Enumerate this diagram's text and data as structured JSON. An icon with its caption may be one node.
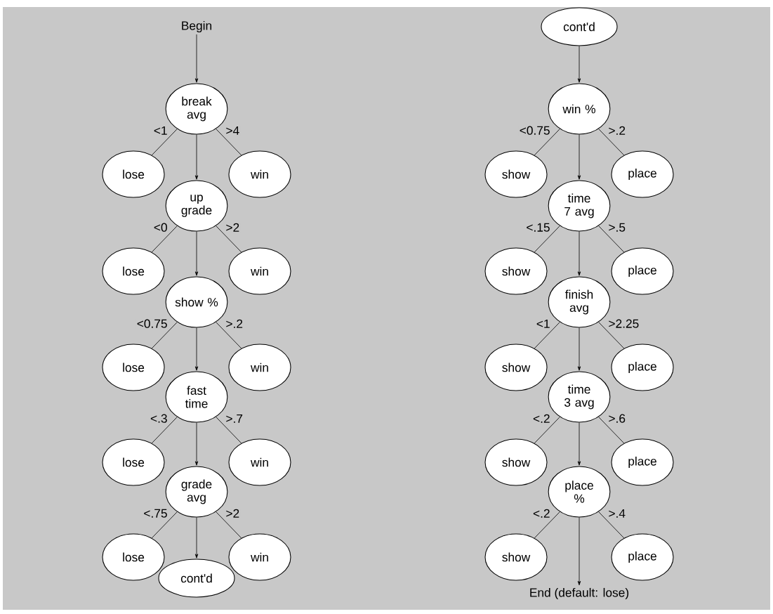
{
  "diagram": {
    "nodes": [
      {
        "text": [
          "Begin"
        ]
      },
      {
        "text": [
          "break avg"
        ]
      },
      {
        "text": [
          "lose"
        ]
      },
      {
        "text": [
          "win"
        ]
      },
      {
        "text": [
          "up grade"
        ]
      },
      {
        "text": [
          "lose"
        ]
      },
      {
        "text": [
          "win"
        ]
      },
      {
        "text": [
          "show %"
        ]
      },
      {
        "text": [
          "lose"
        ]
      },
      {
        "text": [
          "win"
        ]
      },
      {
        "text": [
          "fast time"
        ]
      },
      {
        "text": [
          "lose"
        ]
      },
      {
        "text": [
          "win"
        ]
      },
      {
        "text": [
          "grade avg"
        ]
      },
      {
        "text": [
          "lose"
        ]
      },
      {
        "text": [
          "win"
        ]
      },
      {
        "text": [
          "cont'd"
        ]
      },
      {
        "text": [
          "cont'd"
        ]
      },
      {
        "text": [
          "win %"
        ]
      },
      {
        "text": [
          "show"
        ]
      },
      {
        "text": [
          "place"
        ]
      },
      {
        "text": [
          "time 7 avg"
        ]
      },
      {
        "text": [
          "show"
        ]
      },
      {
        "text": [
          "place"
        ]
      },
      {
        "text": [
          "finish avg"
        ]
      },
      {
        "text": [
          "show"
        ]
      },
      {
        "text": [
          "place"
        ]
      },
      {
        "text": [
          "time 3 avg"
        ]
      },
      {
        "text": [
          "show"
        ]
      },
      {
        "text": [
          "place"
        ]
      },
      {
        "text": [
          "place %"
        ]
      },
      {
        "text": [
          "show"
        ]
      },
      {
        "text": [
          "place"
        ]
      },
      {
        "text": [
          "End (default: lose)"
        ]
      }
    ],
    "edges": [
      {
        "from": 0,
        "to": 1,
        "arrow": "to"
      },
      {
        "from": 1,
        "to": 2,
        "arrow": "none",
        "label": "<1"
      },
      {
        "from": 1,
        "to": 3,
        "arrow": "none",
        "label": ">4"
      },
      {
        "from": 1,
        "to": 4,
        "arrow": "to"
      },
      {
        "from": 4,
        "to": 5,
        "arrow": "none",
        "label": "<0"
      },
      {
        "from": 4,
        "to": 6,
        "arrow": "none",
        "label": ">2"
      },
      {
        "from": 4,
        "to": 7,
        "arrow": "to"
      },
      {
        "from": 7,
        "to": 8,
        "arrow": "none",
        "label": "<0.75"
      },
      {
        "from": 7,
        "to": 9,
        "arrow": "none",
        "label": ">.2"
      },
      {
        "from": 7,
        "to": 10,
        "arrow": "to"
      },
      {
        "from": 10,
        "to": 11,
        "arrow": "none",
        "label": "<.3"
      },
      {
        "from": 10,
        "to": 12,
        "arrow": "none",
        "label": ">.7"
      },
      {
        "from": 10,
        "to": 13,
        "arrow": "to"
      },
      {
        "from": 13,
        "to": 14,
        "arrow": "none",
        "label": "<.75"
      },
      {
        "from": 13,
        "to": 15,
        "arrow": "none",
        "label": ">2"
      },
      {
        "from": 13,
        "to": 16,
        "arrow": "to"
      },
      {
        "from": 17,
        "to": 18,
        "arrow": "to"
      },
      {
        "from": 18,
        "to": 19,
        "arrow": "none",
        "label": "<0.75"
      },
      {
        "from": 18,
        "to": 20,
        "arrow": "none",
        "label": ">.2"
      },
      {
        "from": 18,
        "to": 21,
        "arrow": "to"
      },
      {
        "from": 21,
        "to": 22,
        "arrow": "none",
        "label": "<.15"
      },
      {
        "from": 21,
        "to": 23,
        "arrow": "none",
        "label": ">.5"
      },
      {
        "from": 21,
        "to": 24,
        "arrow": "to"
      },
      {
        "from": 24,
        "to": 25,
        "arrow": "none",
        "label": "<1"
      },
      {
        "from": 24,
        "to": 26,
        "arrow": "none",
        "label": ">2.25"
      },
      {
        "from": 24,
        "to": 27,
        "arrow": "to"
      },
      {
        "from": 27,
        "to": 28,
        "arrow": "none",
        "label": "<.2"
      },
      {
        "from": 27,
        "to": 29,
        "arrow": "none",
        "label": ">.6"
      },
      {
        "from": 27,
        "to": 30,
        "arrow": "to"
      },
      {
        "from": 30,
        "to": 31,
        "arrow": "none",
        "label": "<.2"
      },
      {
        "from": 30,
        "to": 32,
        "arrow": "none",
        "label": ">.4"
      },
      {
        "from": 30,
        "to": 33,
        "arrow": "to"
      }
    ]
  }
}
